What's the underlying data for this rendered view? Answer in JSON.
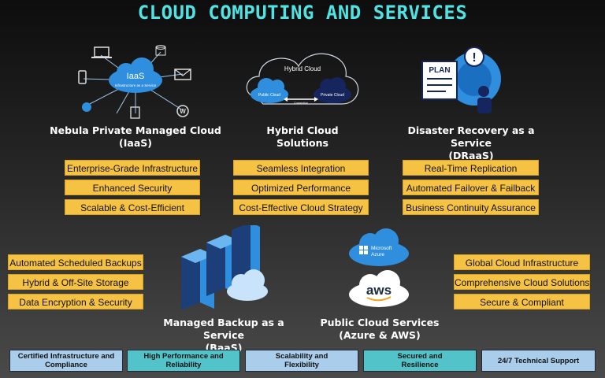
{
  "title": "CLOUD COMPUTING AND SERVICES",
  "services": {
    "nebula": {
      "title_line1": "Nebula Private Managed Cloud",
      "title_line2": "(IaaS)",
      "icon_label": "IaaS",
      "icon_sublabel": "Infrastructure as a Service",
      "features": [
        "Enterprise-Grade Infrastructure",
        "Enhanced Security",
        "Scalable & Cost-Efficient"
      ]
    },
    "hybrid": {
      "title_line1": "Hybrid Cloud",
      "title_line2": "Solutions",
      "icon_label": "Hybrid Cloud",
      "public_label": "Public Cloud",
      "private_label": "Private Cloud",
      "connection_label": "Connection",
      "features": [
        "Seamless Integration",
        "Optimized Performance",
        "Cost-Effective Cloud Strategy"
      ]
    },
    "draas": {
      "title_line1": "Disaster Recovery as a Service",
      "title_line2": "(DRaaS)",
      "icon_label": "PLAN",
      "features": [
        "Real-Time Replication",
        "Automated Failover & Failback",
        "Business Continuity Assurance"
      ]
    },
    "baas": {
      "title_line1": "Managed Backup as a Service",
      "title_line2": "(BaaS)",
      "features": [
        "Automated Scheduled Backups",
        "Hybrid & Off-Site Storage",
        "Data Encryption & Security"
      ]
    },
    "public": {
      "title_line1": "Public Cloud Services",
      "title_line2": "(Azure & AWS)",
      "azure_line1": "Microsoft",
      "azure_line2": "Azure",
      "aws_label": "aws",
      "features": [
        "Global Cloud Infrastructure",
        "Comprehensive Cloud Solutions",
        "Secure & Compliant"
      ]
    }
  },
  "bottom_bar": [
    {
      "line1": "Certified Infrastructure and",
      "line2": "Compliance"
    },
    {
      "line1": "High Performance and",
      "line2": "Reliability"
    },
    {
      "line1": "Scalability and",
      "line2": "Flexibility"
    },
    {
      "line1": "Secured and",
      "line2": "Resilience"
    },
    {
      "line1": "24/7 Technical Support",
      "line2": ""
    }
  ],
  "colors": {
    "title": "#4fe3e3",
    "feature_bg": "#f6c244",
    "bottom_light": "#a9cdea",
    "bottom_teal": "#52c4c9",
    "cloud_blue": "#2f8fde"
  }
}
